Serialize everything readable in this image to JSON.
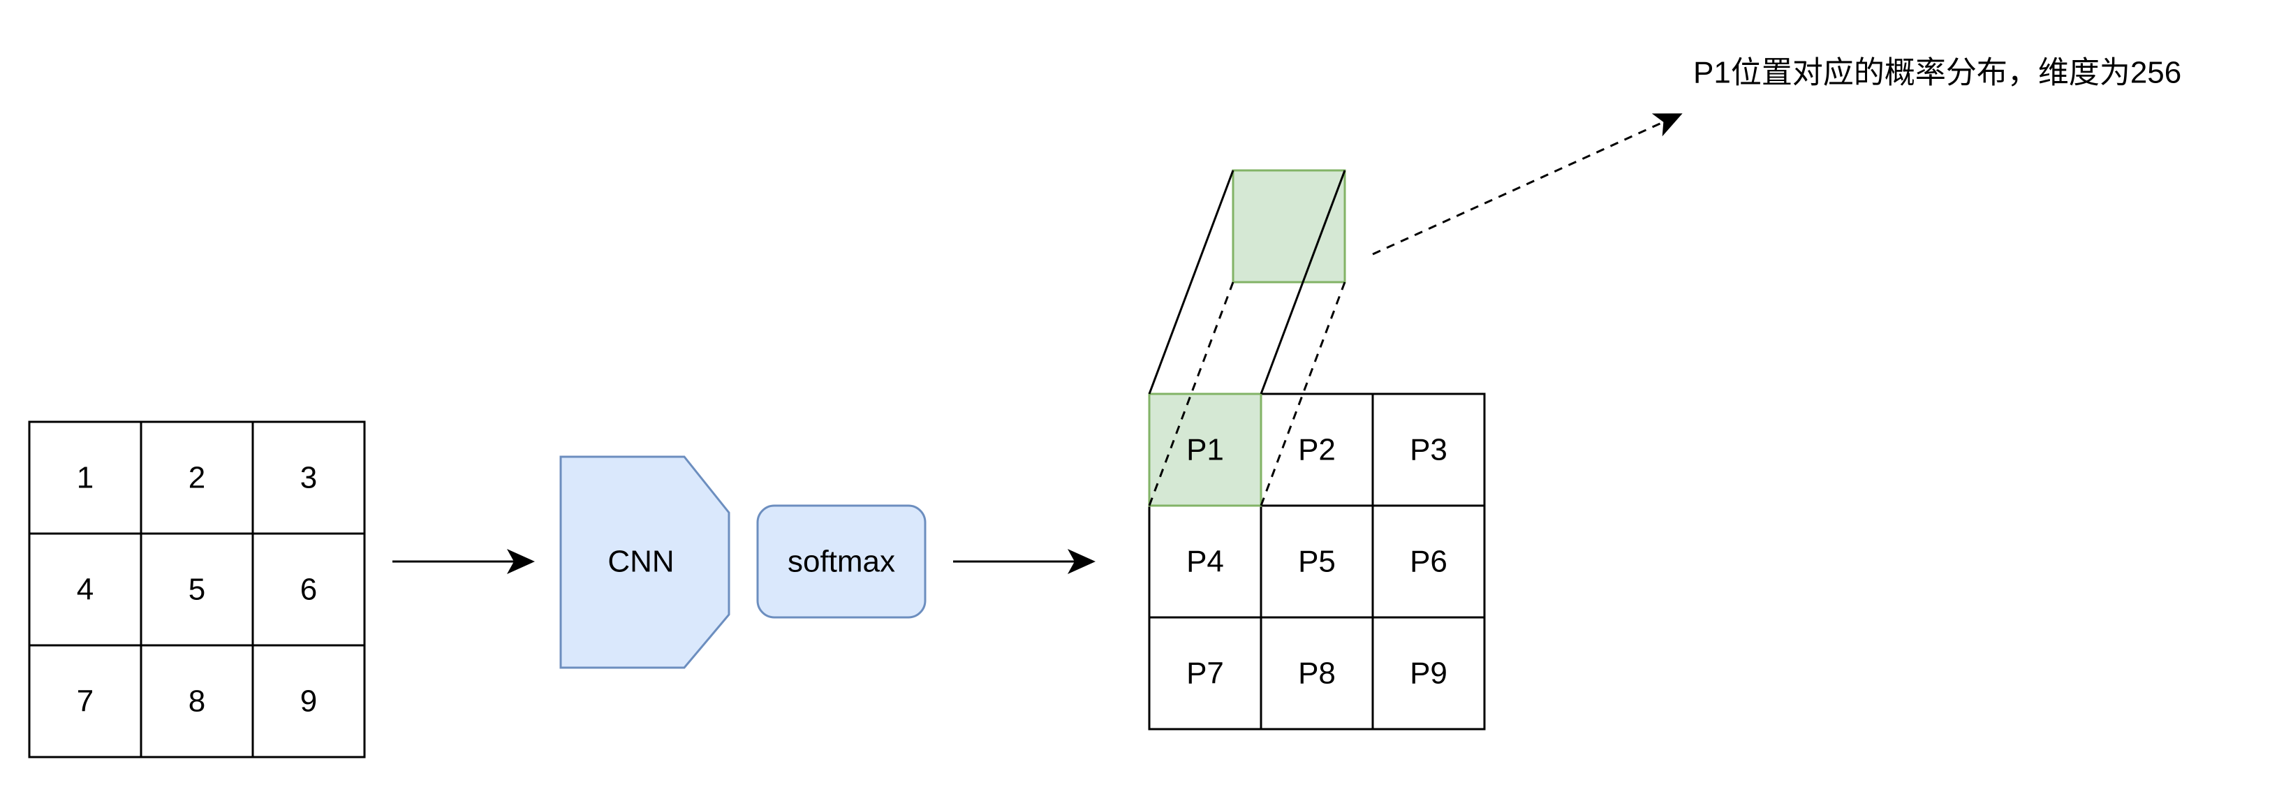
{
  "input_grid": {
    "cells": [
      "1",
      "2",
      "3",
      "4",
      "5",
      "6",
      "7",
      "8",
      "9"
    ]
  },
  "cnn_block": {
    "label": "CNN",
    "fill": "#dae8fc",
    "stroke": "#6c8ebf"
  },
  "softmax_block": {
    "label": "softmax",
    "fill": "#dae8fc",
    "stroke": "#6c8ebf"
  },
  "output_grid": {
    "cells": [
      "P1",
      "P2",
      "P3",
      "P4",
      "P5",
      "P6",
      "P7",
      "P8",
      "P9"
    ],
    "highlight_fill": "#d5e8d4",
    "highlight_stroke": "#82b366"
  },
  "annotation": {
    "text": "P1位置对应的概率分布，维度为256"
  }
}
